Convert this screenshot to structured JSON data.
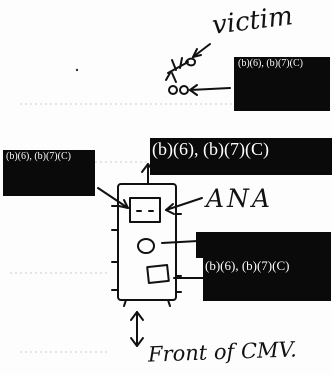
{
  "labels": {
    "victim": "victim",
    "ana": "ANA",
    "front_of_cmv": "Front of CMV."
  },
  "redactions": [
    {
      "text": "(b)(6), (b)(7)(C)"
    },
    {
      "text": "(b)(6), (b)(7)(C)"
    },
    {
      "text": "(b)(6), (b)(7)(C)"
    },
    {
      "text": "(b)(6), (b)(7)(C)"
    }
  ],
  "colors": {
    "ink": "#111111",
    "redaction": "#0a0a0a",
    "paper": "#fdfdfd"
  }
}
